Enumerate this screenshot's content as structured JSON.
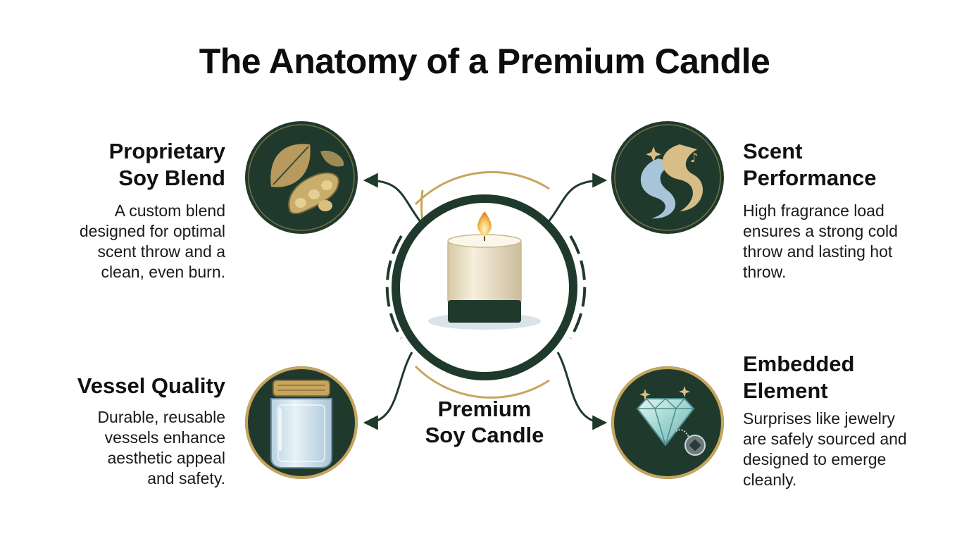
{
  "title": "The Anatomy of a Premium Candle",
  "center": {
    "label_line1": "Premium",
    "label_line2": "Soy Candle",
    "icon": "candle-icon"
  },
  "features": {
    "soy_blend": {
      "heading_line1": "Proprietary",
      "heading_line2": "Soy Blend",
      "body_lines": [
        "A custom blend",
        "designed for  optimal",
        "scent throw and a",
        "clean, even burn."
      ],
      "icon": "soybean-leaf-icon"
    },
    "scent": {
      "heading_line1": "Scent",
      "heading_line2": "Performance",
      "body_lines": [
        "High fragrance load",
        "ensures a strong cold",
        "throw and lasting hot",
        "throw."
      ],
      "icon": "scent-swirl-icon"
    },
    "vessel": {
      "heading_line1": "Vessel Quality",
      "body_lines": [
        "Durable, reusable",
        "vessels enhance",
        "aesthetic appeal",
        "and safety."
      ],
      "icon": "glass-jar-icon"
    },
    "embedded": {
      "heading_line1": "Embedded",
      "heading_line2": "Element",
      "body_lines": [
        "Surprises like jewelry",
        "are safely sourced and",
        "designed to emerge",
        "cleanly."
      ],
      "icon": "diamond-icon"
    }
  },
  "colors": {
    "dark_green": "#1f3a2c",
    "gold": "#c7a55d",
    "text": "#111111"
  }
}
